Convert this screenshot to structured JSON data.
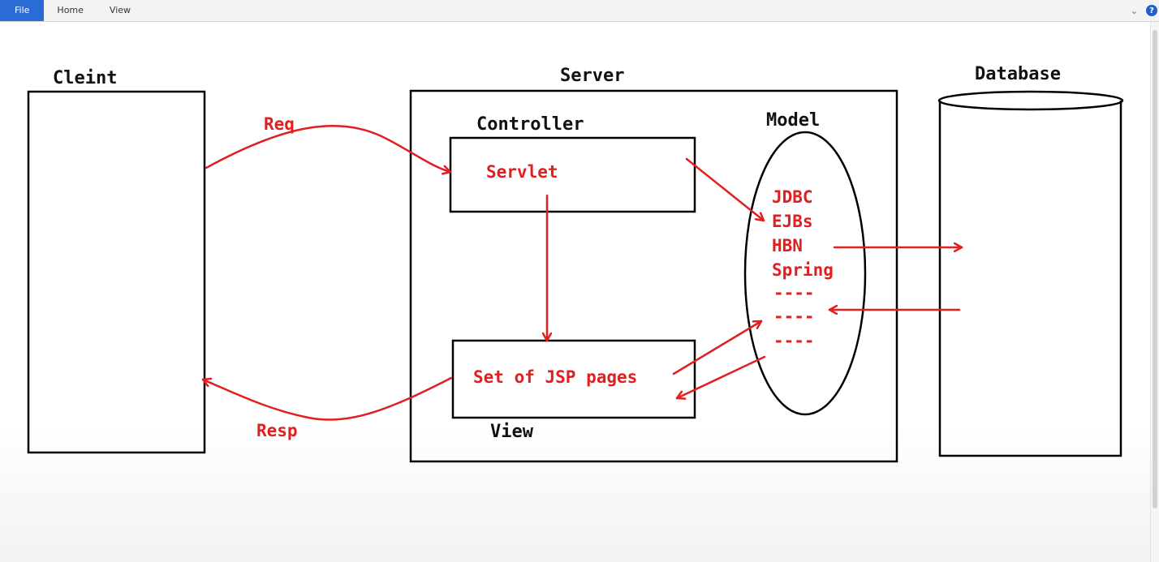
{
  "ribbon": {
    "tabs": [
      "File",
      "Home",
      "View"
    ],
    "help_label": "?"
  },
  "diagram": {
    "client_label": "Cleint",
    "server_label": "Server",
    "database_label": "Database",
    "controller_label": "Controller",
    "servlet_label": "Servlet",
    "view_label": "View",
    "jsp_label": "Set of JSP pages",
    "model_label": "Model",
    "model_items": [
      "JDBC",
      "EJBs",
      "HBN",
      "Spring",
      "----",
      "----",
      "----"
    ],
    "req_label": "Req",
    "resp_label": "Resp",
    "colors": {
      "ink": "#111111",
      "annotation": "#e02020"
    }
  }
}
